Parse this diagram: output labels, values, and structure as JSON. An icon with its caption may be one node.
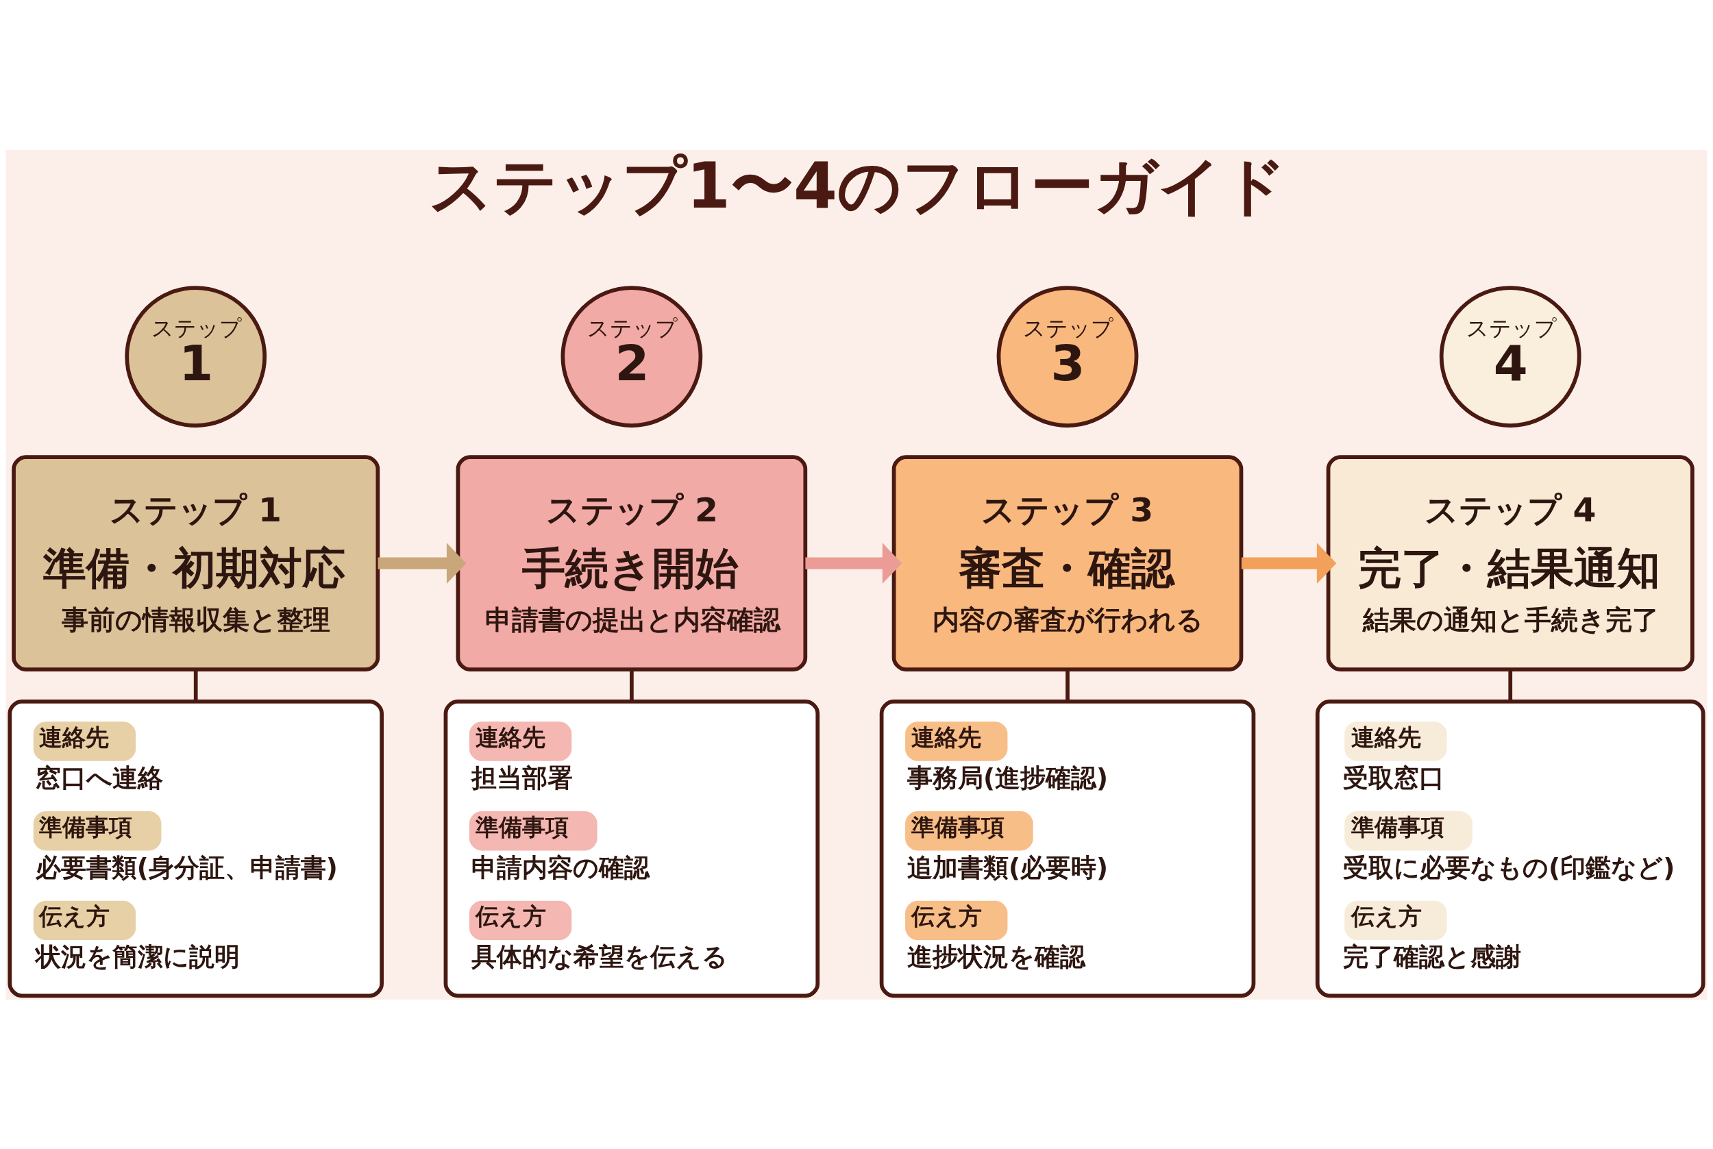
{
  "diagram": {
    "title": "ステップ1〜4のフローガイド",
    "nodes": [
      {
        "text": [
          "ステップ",
          "1"
        ]
      },
      {
        "text": [
          "ステップ 1",
          "準備・初期対応",
          "事前の情報収集と整理"
        ]
      },
      {
        "text": [
          "連絡先",
          "窓口へ連絡",
          "準備事項",
          "必要書類(身分証、申請書)",
          "伝え方",
          "状況を簡潔に説明"
        ]
      },
      {
        "text": [
          "ステップ",
          "2"
        ]
      },
      {
        "text": [
          "ステップ 2",
          "手続き開始",
          "申請書の提出と内容確認"
        ]
      },
      {
        "text": [
          "連絡先",
          "担当部署",
          "準備事項",
          "申請内容の確認",
          "伝え方",
          "具体的な希望を伝える"
        ]
      },
      {
        "text": [
          "ステップ",
          "3"
        ]
      },
      {
        "text": [
          "ステップ 3",
          "審査・確認",
          "内容の審査が行われる"
        ]
      },
      {
        "text": [
          "連絡先",
          "事務局(進捗確認)",
          "準備事項",
          "追加書類(必要時)",
          "伝え方",
          "進捗状況を確認"
        ]
      },
      {
        "text": [
          "ステップ",
          "4"
        ]
      },
      {
        "text": [
          "ステップ 4",
          "完了・結果通知",
          "結果の通知と手続き完了"
        ]
      },
      {
        "text": [
          "連絡先",
          "受取窓口",
          "準備事項",
          "受取に必要なもの(印鑑など)",
          "伝え方",
          "完了確認と感謝"
        ]
      }
    ],
    "edges": [
      {
        "from": 1,
        "to": 4,
        "arrow": "to",
        "style": "thick",
        "color": "#c9a77a"
      },
      {
        "from": 4,
        "to": 7,
        "arrow": "to",
        "style": "thick",
        "color": "#ec9c96"
      },
      {
        "from": 7,
        "to": 10,
        "arrow": "to",
        "style": "thick",
        "color": "#f2a05a"
      },
      {
        "from": 1,
        "to": 2,
        "arrow": "none"
      },
      {
        "from": 4,
        "to": 5,
        "arrow": "none"
      },
      {
        "from": 7,
        "to": 8,
        "arrow": "none"
      },
      {
        "from": 10,
        "to": 11,
        "arrow": "none"
      }
    ]
  }
}
